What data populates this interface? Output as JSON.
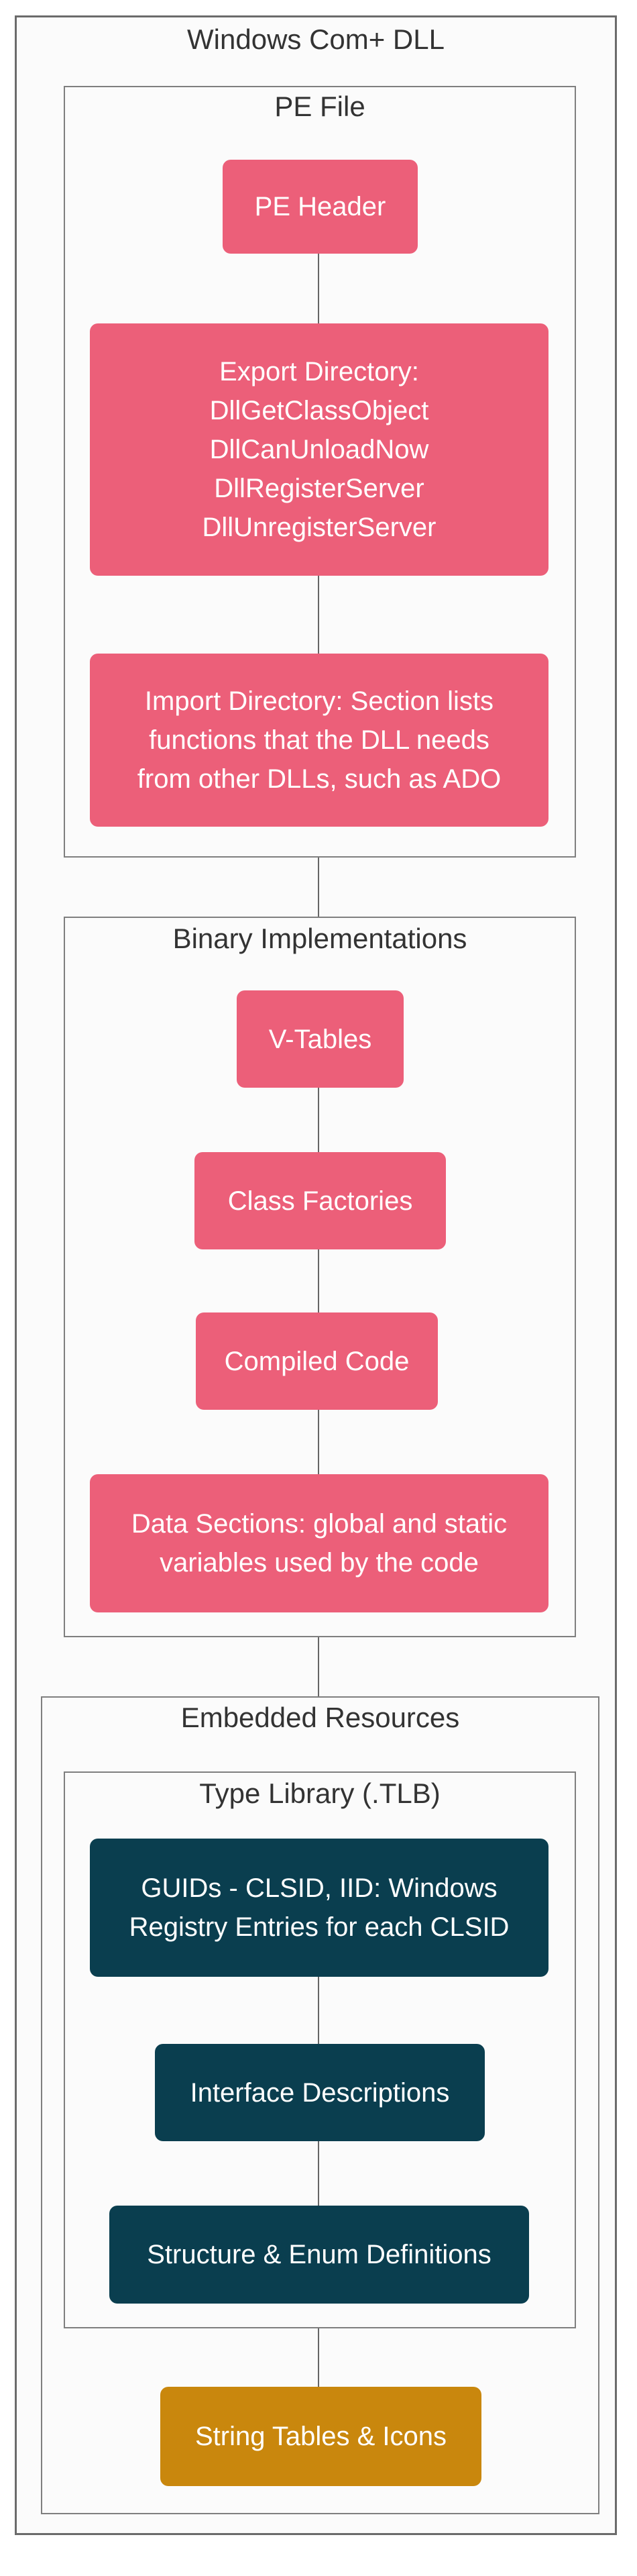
{
  "diagram": {
    "title": "Windows Com+ DLL",
    "clusters": {
      "pe_file": {
        "title": "PE File"
      },
      "binary_implementations": {
        "title": "Binary Implementations"
      },
      "embedded_resources": {
        "title": "Embedded Resources"
      },
      "type_library": {
        "title": "Type Library (.TLB)"
      }
    },
    "nodes": {
      "pe_header": {
        "label": "PE Header"
      },
      "export_directory": {
        "lines": [
          "Export Directory:",
          "DllGetClassObject",
          "DllCanUnloadNow",
          "DllRegisterServer",
          "DllUnregisterServer"
        ]
      },
      "import_directory": {
        "lines": [
          "Import Directory: Section lists",
          "functions that the DLL needs",
          "from other DLLs, such as ADO"
        ]
      },
      "v_tables": {
        "label": "V-Tables"
      },
      "class_factories": {
        "label": "Class Factories"
      },
      "compiled_code": {
        "label": "Compiled Code"
      },
      "data_sections": {
        "lines": [
          "Data Sections: global and static",
          "variables used by the code"
        ]
      },
      "guids": {
        "lines": [
          "GUIDs - CLSID, IID: Windows",
          "Registry Entries for each CLSID"
        ]
      },
      "interface_descriptions": {
        "label": "Interface Descriptions"
      },
      "structure_enum_definitions": {
        "label": "Structure & Enum Definitions"
      },
      "string_tables_icons": {
        "label": "String Tables & Icons"
      }
    },
    "colors": {
      "node_pink": "#ec5f79",
      "node_teal": "#0a3e4f",
      "node_orange": "#c9870d",
      "node_text": "#ffffff",
      "cluster_fill": "#fbfbfb",
      "cluster_border": "#7f7f7f",
      "outer_border": "#6b6b6b",
      "title_text": "#333333",
      "edge": "#666666"
    }
  }
}
